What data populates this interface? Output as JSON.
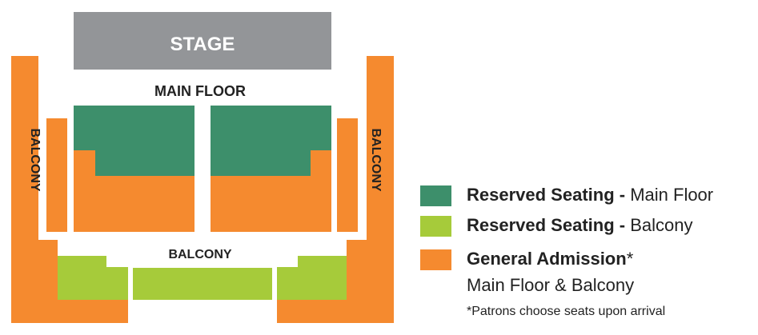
{
  "map": {
    "stage_label": "STAGE",
    "main_floor_label": "MAIN FLOOR",
    "balcony_left_label": "BALCONY",
    "balcony_right_label": "BALCONY",
    "balcony_bottom_label": "BALCONY"
  },
  "colors": {
    "stage": "#939598",
    "reserved_main_floor": "#3d8f6b",
    "reserved_balcony": "#a6cb3a",
    "general_admission": "#f58a2f"
  },
  "legend": {
    "reserved_main": {
      "bold": "Reserved Seating",
      "sep": " - ",
      "rest": "Main Floor"
    },
    "reserved_balcony": {
      "bold": "Reserved Seating",
      "sep": " - ",
      "rest": "Balcony"
    },
    "general": {
      "bold": "General Admission",
      "rest": "*",
      "line2": "Main Floor & Balcony"
    },
    "note": "*Patrons choose seats upon arrival"
  }
}
